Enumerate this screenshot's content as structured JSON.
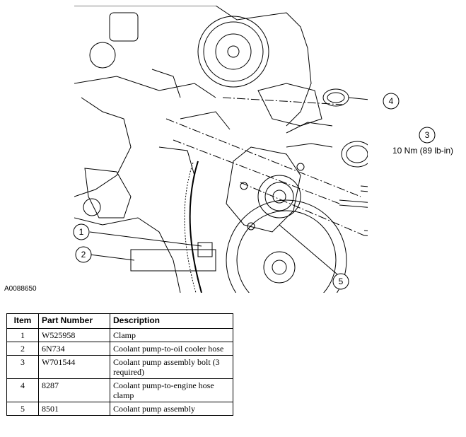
{
  "figure": {
    "id": "A0088650",
    "callouts": [
      "1",
      "2",
      "3",
      "4",
      "5"
    ],
    "torque_spec": "10 Nm (89 lb-in)"
  },
  "table": {
    "headers": [
      "Item",
      "Part Number",
      "Description"
    ],
    "rows": [
      {
        "item": "1",
        "part": "W525958",
        "desc": "Clamp"
      },
      {
        "item": "2",
        "part": "6N734",
        "desc": "Coolant pump-to-oil cooler hose"
      },
      {
        "item": "3",
        "part": "W701544",
        "desc": "Coolant pump assembly bolt (3 required)"
      },
      {
        "item": "4",
        "part": "8287",
        "desc": "Coolant pump-to-engine hose clamp"
      },
      {
        "item": "5",
        "part": "8501",
        "desc": "Coolant pump assembly"
      }
    ]
  }
}
